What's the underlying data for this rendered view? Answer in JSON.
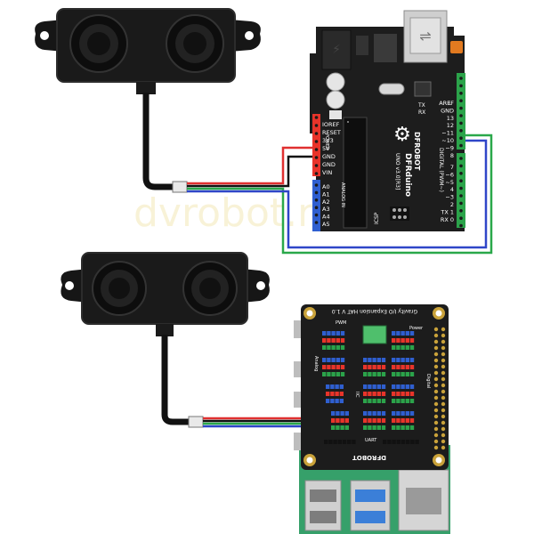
{
  "watermark": "dvrobot.r",
  "colors": {
    "arduino_board": "#1d1d1d",
    "header_green": "#2ba34a",
    "header_red": "#e8342a",
    "header_blue": "#2f5fd0",
    "wire_red": "#e03030",
    "wire_black": "#111111",
    "wire_green": "#2aa84a",
    "wire_blue": "#2f46c8",
    "pi_green": "#36a06a",
    "gold": "#c9a23a",
    "sensor_body": "#161616"
  },
  "arduino": {
    "power_pins": [
      "IOREF",
      "RESET",
      "3V3",
      "5V",
      "GND",
      "GND",
      "VIN"
    ],
    "analog_pins": [
      "A0",
      "A1",
      "A2",
      "A3",
      "A4",
      "A5"
    ],
    "top_right_pins": [
      "AREF",
      "GND",
      "13",
      "12",
      "~11",
      "~10",
      "~9",
      "8"
    ],
    "bottom_right_pins": [
      "7",
      "~6",
      "~5",
      "4",
      "~3",
      "2",
      "TX 1",
      "RX 0"
    ],
    "brand": "DFROBOT",
    "model": "DFRduino",
    "model_sub": "UNO v3.0[R3]",
    "digital_label": "DIGITAL (PWM~)",
    "power_label": "POWER",
    "analog_label": "ANALOG IN",
    "icsp_label": "ICSP",
    "tx_label": "TX",
    "rx_label": "RX",
    "l_label": "L"
  },
  "hat": {
    "title": "Gravity I/O Expansion HAT V 1.0",
    "brand": "DFROBOT",
    "pwm_label": "PWM",
    "analog_label": "Analog",
    "digital_label": "Digital",
    "uart_label": "UART",
    "i2c_label": "IIC",
    "power_label": "Power",
    "icons": [
      "usb-port-icon",
      "ethernet-port-icon"
    ]
  },
  "sensors": [
    "ultrasonic-sensor-top",
    "ultrasonic-sensor-bottom"
  ]
}
